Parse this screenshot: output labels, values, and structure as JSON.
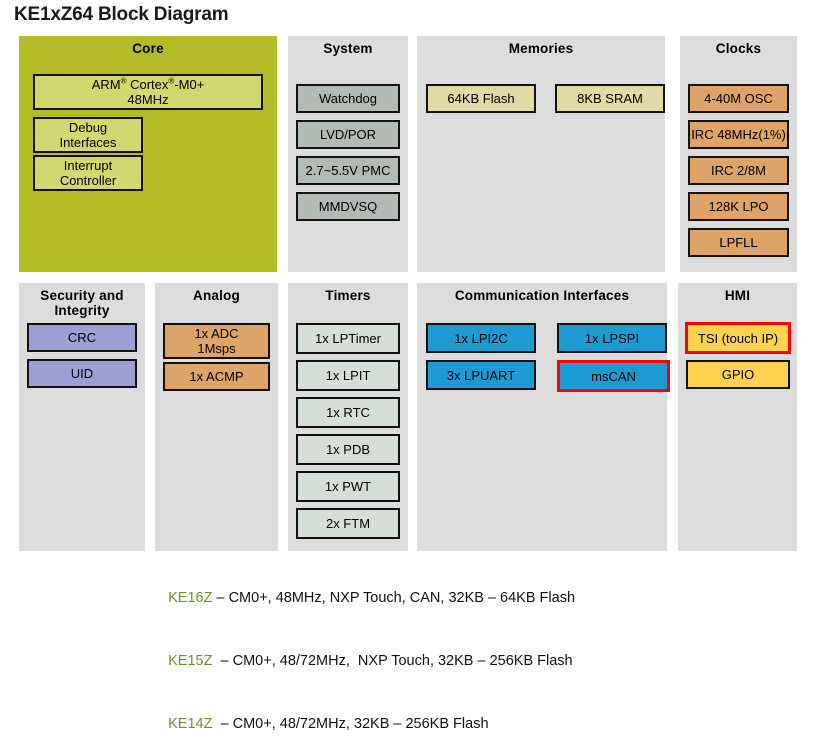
{
  "title": "KE1xZ64 Block Diagram",
  "panels": {
    "core": {
      "title": "Core",
      "blocks": [
        {
          "label": "ARM® Cortex®-M0+ 48MHz",
          "line1": "ARM® Cortex®-M0+",
          "line2": "48MHz"
        },
        {
          "label": "Debug Interfaces",
          "line1": "Debug",
          "line2": "Interfaces"
        },
        {
          "label": "Interrupt Controller",
          "line1": "Interrupt",
          "line2": "Controller"
        }
      ]
    },
    "system": {
      "title": "System",
      "blocks": [
        {
          "label": "Watchdog"
        },
        {
          "label": "LVD/POR"
        },
        {
          "label": "2.7~5.5V PMC"
        },
        {
          "label": "MMDVSQ"
        }
      ]
    },
    "memories": {
      "title": "Memories",
      "blocks": [
        {
          "label": "64KB Flash"
        },
        {
          "label": "8KB SRAM"
        }
      ]
    },
    "clocks": {
      "title": "Clocks",
      "blocks": [
        {
          "label": "4-40M OSC"
        },
        {
          "label": "IRC 48MHz(1%)"
        },
        {
          "label": "IRC 2/8M"
        },
        {
          "label": "128K LPO"
        },
        {
          "label": "LPFLL"
        }
      ]
    },
    "security": {
      "title": "Security and Integrity",
      "title_line1": "Security and",
      "title_line2": "Integrity",
      "blocks": [
        {
          "label": "CRC"
        },
        {
          "label": "UID"
        }
      ]
    },
    "analog": {
      "title": "Analog",
      "blocks": [
        {
          "label": "1x ADC 1Msps",
          "line1": "1x ADC",
          "line2": "1Msps"
        },
        {
          "label": "1x ACMP"
        }
      ]
    },
    "timers": {
      "title": "Timers",
      "blocks": [
        {
          "label": "1x LPTimer"
        },
        {
          "label": "1x LPIT"
        },
        {
          "label": "1x RTC"
        },
        {
          "label": "1x PDB"
        },
        {
          "label": "1x PWT"
        },
        {
          "label": "2x FTM"
        }
      ]
    },
    "communication": {
      "title": "Communication Interfaces",
      "blocks": [
        {
          "label": "1x LPI2C"
        },
        {
          "label": "1x LPSPI"
        },
        {
          "label": "3x LPUART"
        },
        {
          "label": "msCAN",
          "highlighted": true
        }
      ]
    },
    "hmi": {
      "title": "HMI",
      "blocks": [
        {
          "label": "TSI (touch IP)",
          "highlighted": true
        },
        {
          "label": "GPIO"
        }
      ]
    }
  },
  "legend": [
    {
      "part": "KE16Z",
      "desc": " – CM0+, 48MHz, NXP Touch, CAN, 32KB – 64KB Flash"
    },
    {
      "part": "KE15Z",
      "desc": "  – CM0+, 48/72MHz,  NXP Touch, 32KB – 256KB Flash"
    },
    {
      "part": "KE14Z",
      "desc": "  – CM0+, 48/72MHz, 32KB – 256KB Flash"
    }
  ],
  "colors": {
    "core_panel": "#b4bd27",
    "panel_bg": "#dcdcdc",
    "core_sub": "#d2d770",
    "system": "#b2bab4",
    "memory": "#e3d9a5",
    "clock": "#dda369",
    "security": "#9d9ed4",
    "timer": "#d6dfd6",
    "comm": "#1e9ad3",
    "hmi": "#fdd34f",
    "highlight": "#ff0000",
    "legend_part": "#6f8f2f"
  }
}
